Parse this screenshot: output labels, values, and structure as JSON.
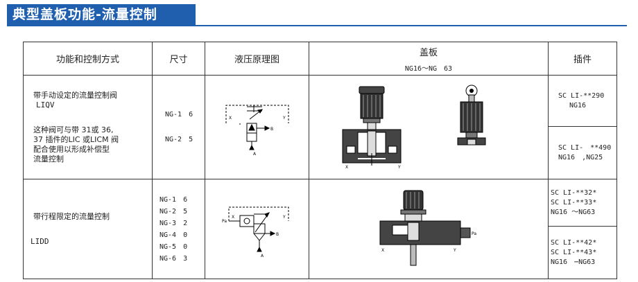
{
  "title": "典型盖板功能-流量控制",
  "table": {
    "headers": {
      "function": "功能和控制方式",
      "size": "尺寸",
      "schematic": "液压原理图",
      "cover": "盖板",
      "cover_sub": "NG16～NG　63",
      "insert": "插件"
    },
    "rows": [
      {
        "function_title": "带手动设定的流量控制阀",
        "function_code": "LIQV",
        "function_note": [
          "这种阀可与带 31或 36,",
          "37 插件的LIC 或LICM 阀",
          "配合使用以形成补偿型",
          "流量控制"
        ],
        "sizes": [
          "NG-1　6",
          "NG-2　5"
        ],
        "ports": {
          "x": "X",
          "y": "Y",
          "a": "A",
          "b": "B"
        },
        "inserts": [
          {
            "line1": "SC LI-**290",
            "line2": "NG16"
          },
          {
            "line1": "SC LI-　**490",
            "line2": "NG16　,NG25"
          }
        ]
      },
      {
        "function_title": "带行程限定的流量控制",
        "function_code": "LIDD",
        "sizes": [
          "NG-1　6",
          "NG-2　5",
          "NG-3　2",
          "NG-4　0",
          "NG-5　0",
          "NG-6　3"
        ],
        "ports": {
          "x": "X",
          "y": "Y",
          "a": "A",
          "b": "B",
          "p": "Pa"
        },
        "inserts": [
          {
            "lines": [
              "SC LI-**32*",
              "SC LI-**33*",
              "NG16 ～NG63"
            ]
          },
          {
            "lines": [
              "SC LI-**42*",
              "SC LI-**43*",
              "NG16　⋯NG63"
            ]
          }
        ]
      }
    ]
  }
}
